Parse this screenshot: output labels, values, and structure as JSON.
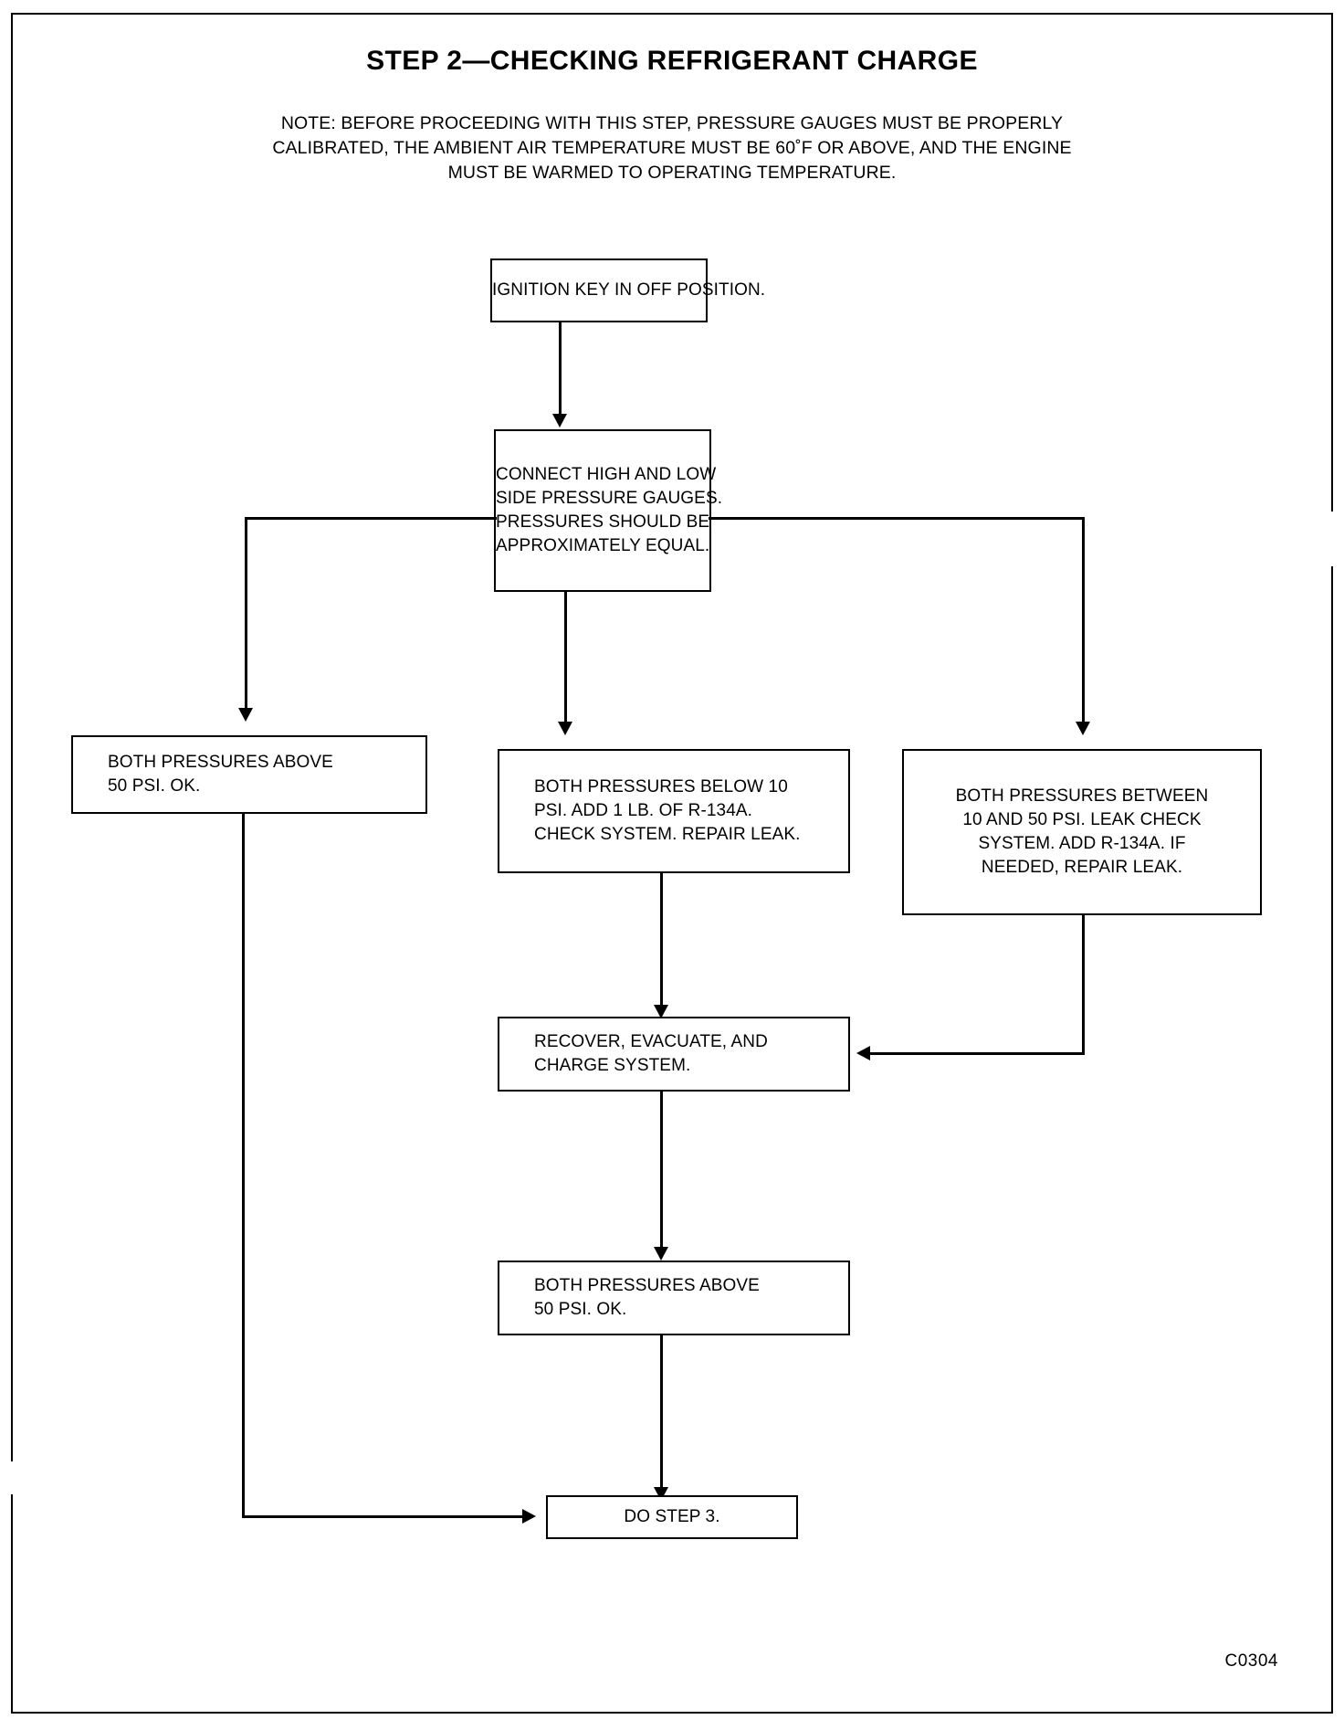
{
  "document": {
    "title": "STEP 2—CHECKING REFRIGERANT CHARGE",
    "figure_code": "C0304",
    "note_lines": [
      "NOTE: BEFORE PROCEEDING WITH THIS STEP, PRESSURE GAUGES MUST BE PROPERLY",
      "CALIBRATED, THE AMBIENT AIR TEMPERATURE MUST BE 60˚F OR ABOVE, AND THE ENGINE",
      "MUST BE WARMED TO OPERATING TEMPERATURE."
    ]
  },
  "chart_data": {
    "type": "diagram",
    "subtype": "flowchart",
    "title": "STEP 2—CHECKING REFRIGERANT CHARGE",
    "nodes": [
      {
        "id": "n1",
        "shape": "rectangle",
        "align": "center",
        "lines": [
          "IGNITION KEY IN OFF POSITION."
        ]
      },
      {
        "id": "n2",
        "shape": "rectangle",
        "align": "center",
        "lines": [
          "CONNECT HIGH AND LOW",
          "SIDE PRESSURE GAUGES.",
          "PRESSURES SHOULD BE",
          "APPROXIMATELY EQUAL."
        ]
      },
      {
        "id": "n3",
        "shape": "rectangle",
        "align": "left",
        "lines": [
          "BOTH PRESSURES ABOVE",
          "50 PSI. OK."
        ]
      },
      {
        "id": "n4",
        "shape": "rectangle",
        "align": "left",
        "lines": [
          "BOTH PRESSURES BELOW 10",
          "PSI. ADD 1 LB. OF R-134A.",
          "CHECK SYSTEM. REPAIR LEAK."
        ]
      },
      {
        "id": "n5",
        "shape": "rectangle",
        "align": "center",
        "lines": [
          "BOTH PRESSURES BETWEEN",
          "10 AND 50 PSI. LEAK CHECK",
          "SYSTEM. ADD R-134A. IF",
          "NEEDED, REPAIR LEAK."
        ]
      },
      {
        "id": "n6",
        "shape": "rectangle",
        "align": "left",
        "lines": [
          "RECOVER, EVACUATE, AND",
          "CHARGE SYSTEM."
        ]
      },
      {
        "id": "n7",
        "shape": "rectangle",
        "align": "left",
        "lines": [
          "BOTH PRESSURES ABOVE",
          "50 PSI. OK."
        ]
      },
      {
        "id": "n8",
        "shape": "rectangle",
        "align": "center",
        "lines": [
          "DO STEP 3."
        ]
      }
    ],
    "edges": [
      {
        "from": "n1",
        "to": "n2",
        "style": "straight-down"
      },
      {
        "from": "n2",
        "to": "n3",
        "style": "left-branch-down"
      },
      {
        "from": "n2",
        "to": "n4",
        "style": "straight-down"
      },
      {
        "from": "n2",
        "to": "n5",
        "style": "right-branch-down"
      },
      {
        "from": "n4",
        "to": "n6",
        "style": "straight-down"
      },
      {
        "from": "n5",
        "to": "n6",
        "style": "down-then-left"
      },
      {
        "from": "n6",
        "to": "n7",
        "style": "straight-down"
      },
      {
        "from": "n7",
        "to": "n8",
        "style": "straight-down"
      },
      {
        "from": "n3",
        "to": "n8",
        "style": "down-then-right"
      }
    ],
    "colors": {
      "stroke": "#000000",
      "fill": "#ffffff",
      "text": "#000000"
    }
  }
}
